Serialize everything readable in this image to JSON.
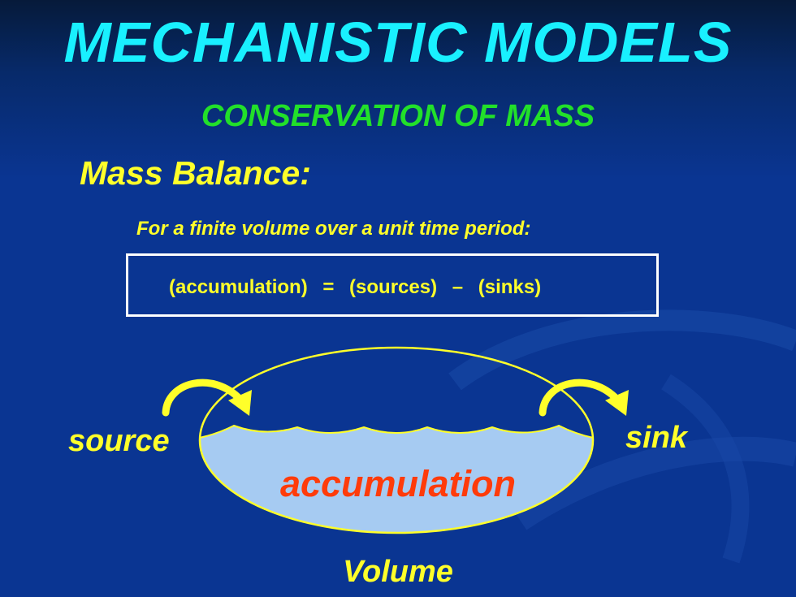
{
  "slide": {
    "title": "MECHANISTIC MODELS",
    "subtitle": "CONSERVATION OF MASS",
    "heading": "Mass Balance:",
    "note": "For a finite volume over a unit time period:",
    "equation": {
      "lhs": "(accumulation)",
      "equals": "=",
      "sources": "(sources)",
      "minus": "–",
      "sinks": "(sinks)"
    }
  },
  "diagram": {
    "source_label": "source",
    "sink_label": "sink",
    "accumulation_label": "accumulation",
    "volume_label": "Volume",
    "icons": [
      "inflow-arrow-icon",
      "outflow-arrow-icon"
    ]
  },
  "colors": {
    "title": "#19f0ff",
    "subtitle": "#22e02a",
    "text": "#ffff2a",
    "accent": "#ff3b0a",
    "liquid": "#a6cbf2",
    "background": "#0a3592"
  }
}
